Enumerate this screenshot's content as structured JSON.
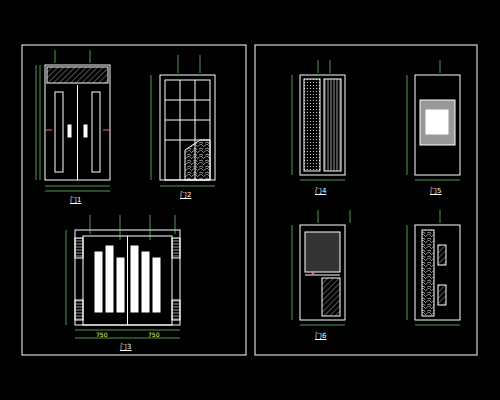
{
  "diagram": {
    "labels": [
      "门1",
      "门2",
      "门3",
      "门4",
      "门5",
      "门6",
      "750",
      "750"
    ]
  }
}
